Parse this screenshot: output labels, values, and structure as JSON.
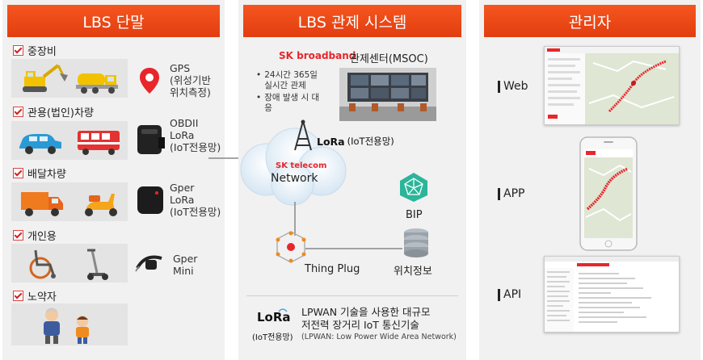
{
  "left_panel": {
    "title": "LBS 단말",
    "categories": [
      {
        "label": "중장비",
        "device": [
          "GPS",
          "(위성기반",
          "위치측정)"
        ]
      },
      {
        "label": "관용(법인)차량",
        "device": [
          "OBDII",
          "LoRa",
          "(IoT전용망)"
        ]
      },
      {
        "label": "배달차량",
        "device": [
          "Gper",
          "LoRa",
          "(IoT전용망)"
        ]
      },
      {
        "label": "개인용",
        "device": [
          "Gper",
          "Mini"
        ]
      },
      {
        "label": "노약자",
        "device": []
      }
    ]
  },
  "center_panel": {
    "title": "LBS 관제 시스템",
    "sk_broadband_brand": "SK broadband",
    "control_center": "관제센터(MSOC)",
    "bullets": [
      "24시간 365일 실시간 관제",
      "장애 발생 시 대응"
    ],
    "network_brand": "SK telecom",
    "network_label": "Network",
    "lora_antenna_label": "(IoT전용망)",
    "bip_label": "BIP",
    "thingplug_label": "Thing Plug",
    "location_label": "위치정보",
    "lora_footer_label": "(IoT전용망)",
    "lpwan_line1": "LPWAN 기술을 사용한 대규모",
    "lpwan_line2": "저전력 장거리 IoT 통신기술",
    "lpwan_line3": "(LPWAN: Low Power Wide Area Network)"
  },
  "right_panel": {
    "title": "관리자",
    "items": [
      "Web",
      "APP",
      "API"
    ]
  },
  "colors": {
    "header": "#f04a1a",
    "panel_bg": "#f1f1f1",
    "accent_red": "#e8262b"
  }
}
